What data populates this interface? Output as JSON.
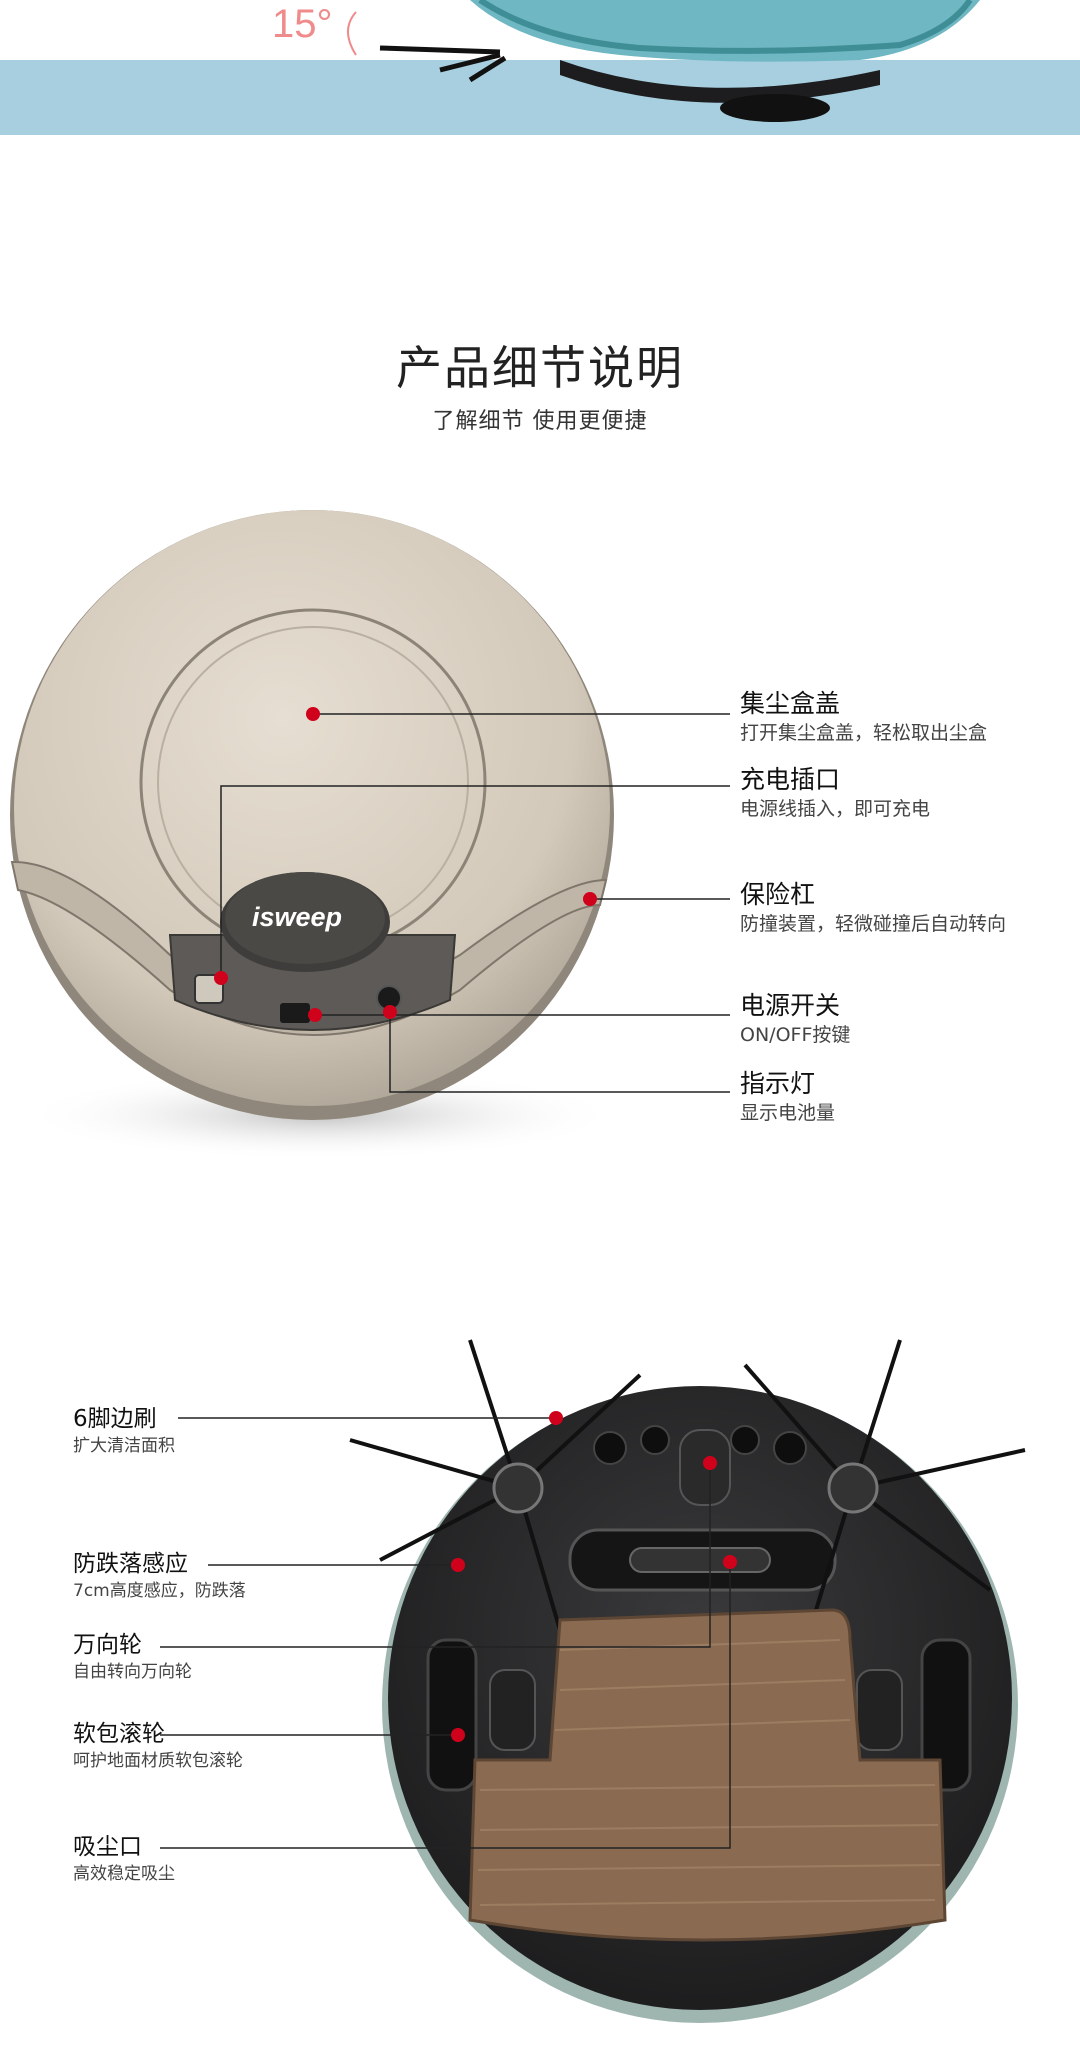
{
  "hero": {
    "angle_label": "15°"
  },
  "section": {
    "title": "产品细节说明",
    "subtitle": "了解细节 使用更便捷"
  },
  "top_robot": {
    "logo_text": "isweep"
  },
  "top_callouts": [
    {
      "title": "集尘盒盖",
      "desc": "打开集尘盒盖，轻松取出尘盒"
    },
    {
      "title": "充电插口",
      "desc": "电源线插入，即可充电"
    },
    {
      "title": "保险杠",
      "desc": "防撞装置，轻微碰撞后自动转向"
    },
    {
      "title": "电源开关",
      "desc": "ON/OFF按键"
    },
    {
      "title": "指示灯",
      "desc": "显示电池量"
    }
  ],
  "bottom_callouts": [
    {
      "title": "6脚边刷",
      "desc": "扩大清洁面积"
    },
    {
      "title": "防跌落感应",
      "desc": "7cm高度感应，防跌落"
    },
    {
      "title": "万向轮",
      "desc": "自由转向万向轮"
    },
    {
      "title": "软包滚轮",
      "desc": "呵护地面材质软包滚轮"
    },
    {
      "title": "吸尘口",
      "desc": "高效稳定吸尘"
    }
  ],
  "colors": {
    "marker": "#d0021b",
    "line": "#222222",
    "robot_top": "#d8cfc2",
    "robot_bottom": "#2b2b2d",
    "mop": "#8a6a50",
    "hero_bg": "#a7cfe0"
  }
}
